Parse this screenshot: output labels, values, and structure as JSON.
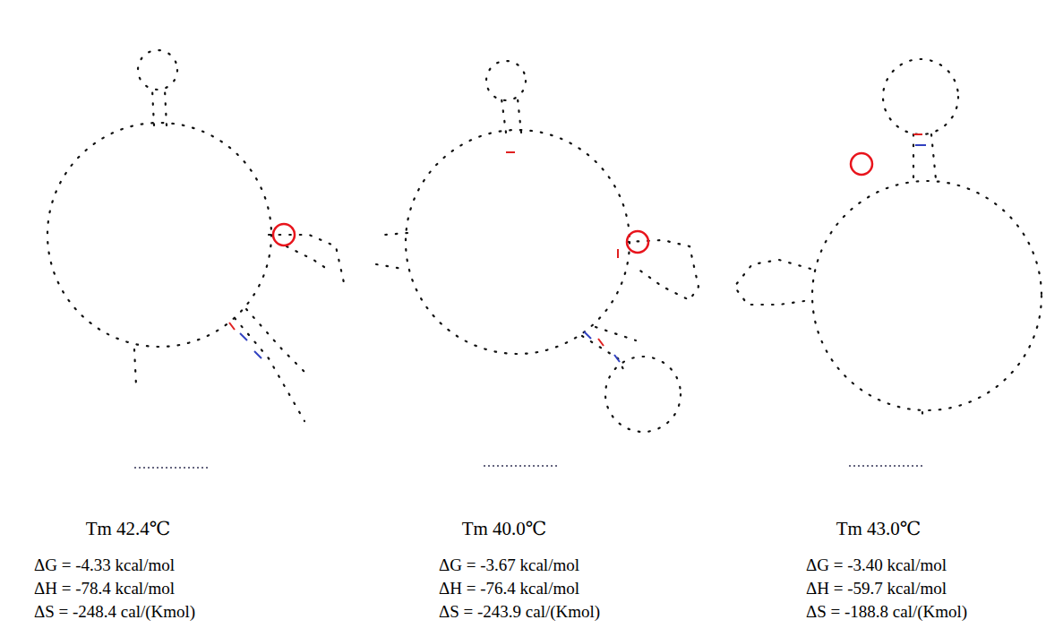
{
  "diagram": {
    "labels": [
      "Tm 42.4℃",
      "Tm 40.0℃",
      "Tm 43.0℃",
      "ΔG = -4.33 kcal/mol",
      "ΔG = -3.67 kcal/mol",
      "ΔG = -3.40 kcal/mol",
      "ΔH = -78.4 kcal/mol",
      "ΔH = -76.4 kcal/mol",
      "ΔH = -59.7 kcal/mol",
      "ΔS = -248.4 cal/(Kmol)",
      "ΔS = -243.9 cal/(Kmol)",
      "ΔS = -188.8 cal/(Kmol)"
    ]
  }
}
